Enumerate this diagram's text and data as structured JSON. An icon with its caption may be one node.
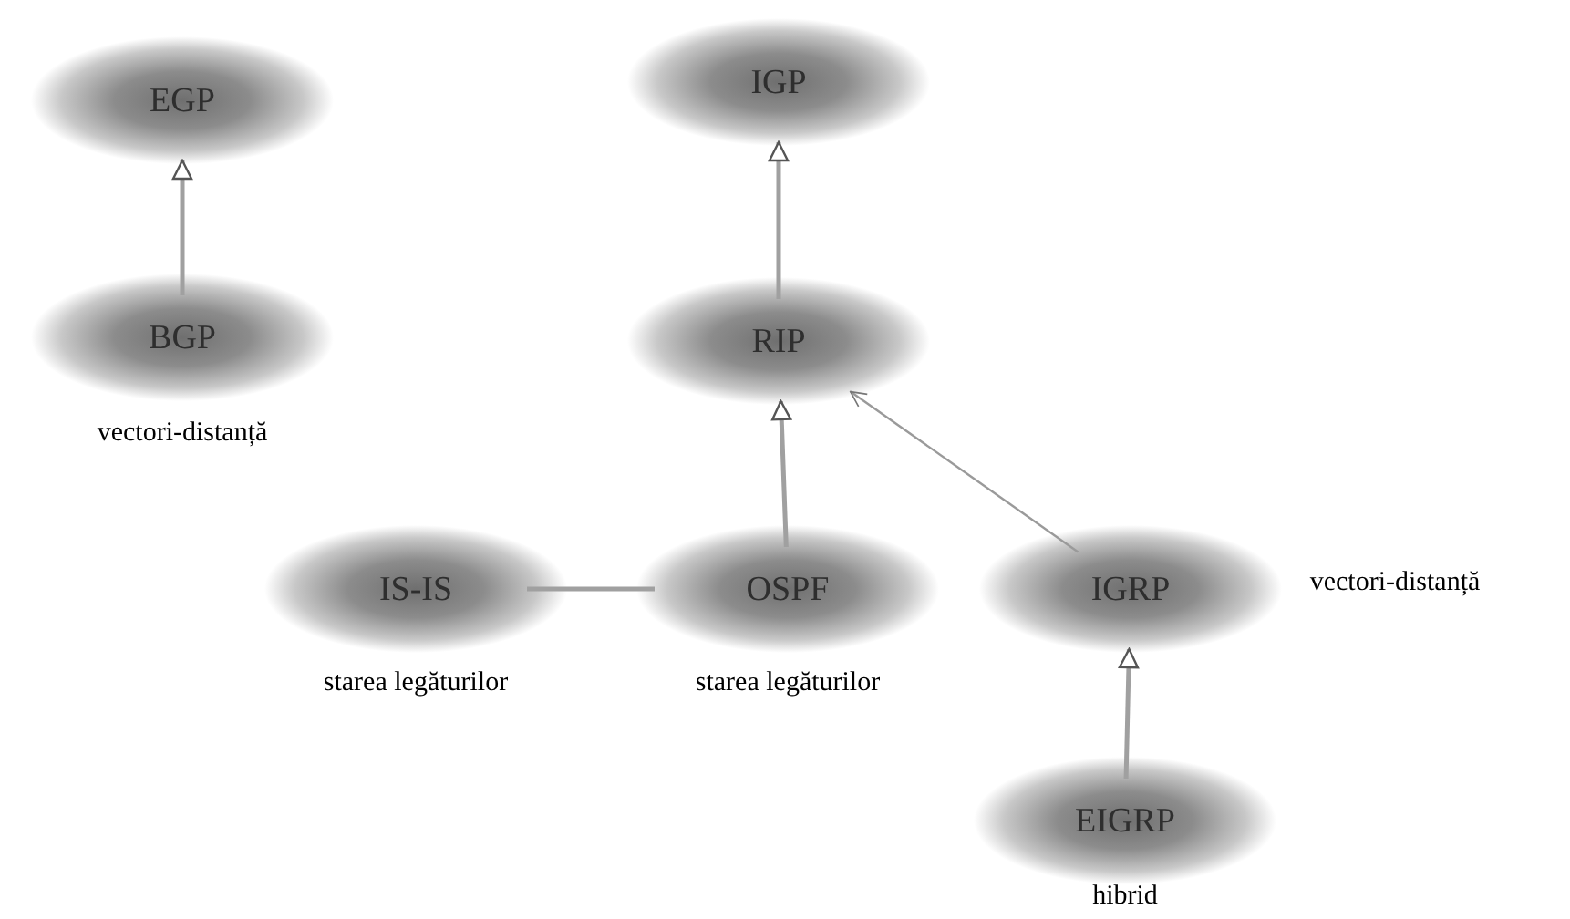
{
  "diagram": {
    "nodes": [
      {
        "text": [
          "EGP"
        ]
      },
      {
        "text": [
          "BGP"
        ],
        "beside": [
          "vectori-distanță"
        ]
      },
      {
        "text": [
          "IGP"
        ]
      },
      {
        "text": [
          "RIP"
        ]
      },
      {
        "text": [
          "IS-IS"
        ],
        "beside": [
          "starea legăturilor"
        ]
      },
      {
        "text": [
          "OSPF"
        ],
        "beside": [
          "starea legăturilor"
        ]
      },
      {
        "text": [
          "IGRP"
        ],
        "beside": [
          "vectori-distanță"
        ]
      },
      {
        "text": [
          "EIGRP"
        ],
        "beside": [
          "hibrid"
        ]
      }
    ],
    "edges": [
      {
        "from": 1,
        "to": 0,
        "arrow": "to"
      },
      {
        "from": 3,
        "to": 2,
        "arrow": "to"
      },
      {
        "from": 5,
        "to": 3,
        "arrow": "to"
      },
      {
        "from": 6,
        "to": 3,
        "arrow": "to"
      },
      {
        "from": 4,
        "to": 5,
        "arrow": "none"
      },
      {
        "from": 7,
        "to": 6,
        "arrow": "to"
      }
    ]
  }
}
